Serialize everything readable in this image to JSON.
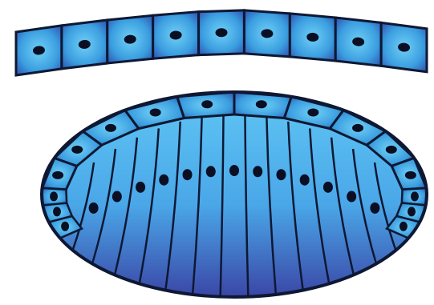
{
  "figure": {
    "top_strip": {
      "kind": "cuboidal-epithelium-sheet",
      "cell_count": 9
    },
    "bottom_shape": {
      "kind": "columnar-epithelium-dome",
      "rim_cell_count": 10,
      "column_count": 13
    },
    "colors": {
      "cell_light": "#5ec3f2",
      "cell_mid": "#3a8fd6",
      "cell_dark": "#3a47a8",
      "outline": "#0e1833",
      "nucleus": "#0a0f24",
      "background": "#ffffff"
    }
  }
}
